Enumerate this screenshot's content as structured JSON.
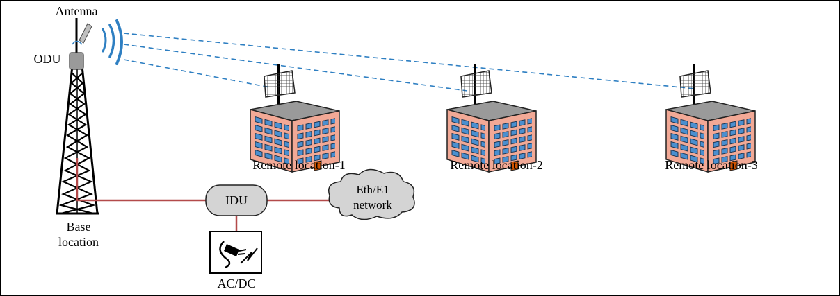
{
  "labels": {
    "antenna": "Antenna",
    "odu": "ODU",
    "base_line1": "Base",
    "base_line2": "location",
    "idu": "IDU",
    "network_line1": "Eth/E1",
    "network_line2": "network",
    "acdc": "AC/DC"
  },
  "remote_locations": [
    {
      "label": "Remote location-1"
    },
    {
      "label": "Remote location-2"
    },
    {
      "label": "Remote location-3"
    }
  ],
  "colors": {
    "link_line": "#b34a4a",
    "wireless_link": "#2e7fc2",
    "building_front": "#f2a996",
    "window": "#4a8fcf",
    "cloud_fill": "#d4d4d4",
    "idu_fill": "#d4d4d4"
  }
}
